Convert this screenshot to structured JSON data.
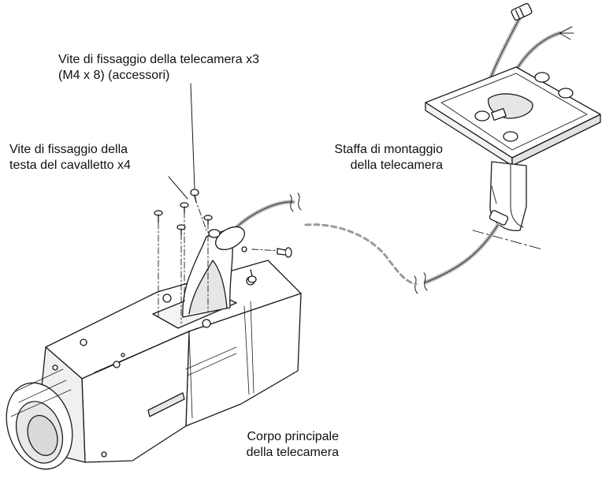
{
  "labels": {
    "camera_screws_line1": "Vite di fissaggio della telecamera x3",
    "camera_screws_line2": "(M4 x 8) (accessori)",
    "head_screws_line1": "Vite di fissaggio della",
    "head_screws_line2": "testa del cavalletto x4",
    "bracket_line1": "Staffa di montaggio",
    "bracket_line2": "della telecamera",
    "body_line1": "Corpo principale",
    "body_line2": "della telecamera"
  },
  "icons": {
    "camera": "camera-body-illustration",
    "bracket": "mounting-bracket-illustration",
    "screw": "screw-icon"
  },
  "colors": {
    "line": "#1a1a1a",
    "cable": "#b5b5b5",
    "dashed_cable": "#9a9a9a",
    "body_fill": "#ffffff",
    "shade": "#e6e6e6",
    "lens_inner": "#d9d9d9"
  }
}
